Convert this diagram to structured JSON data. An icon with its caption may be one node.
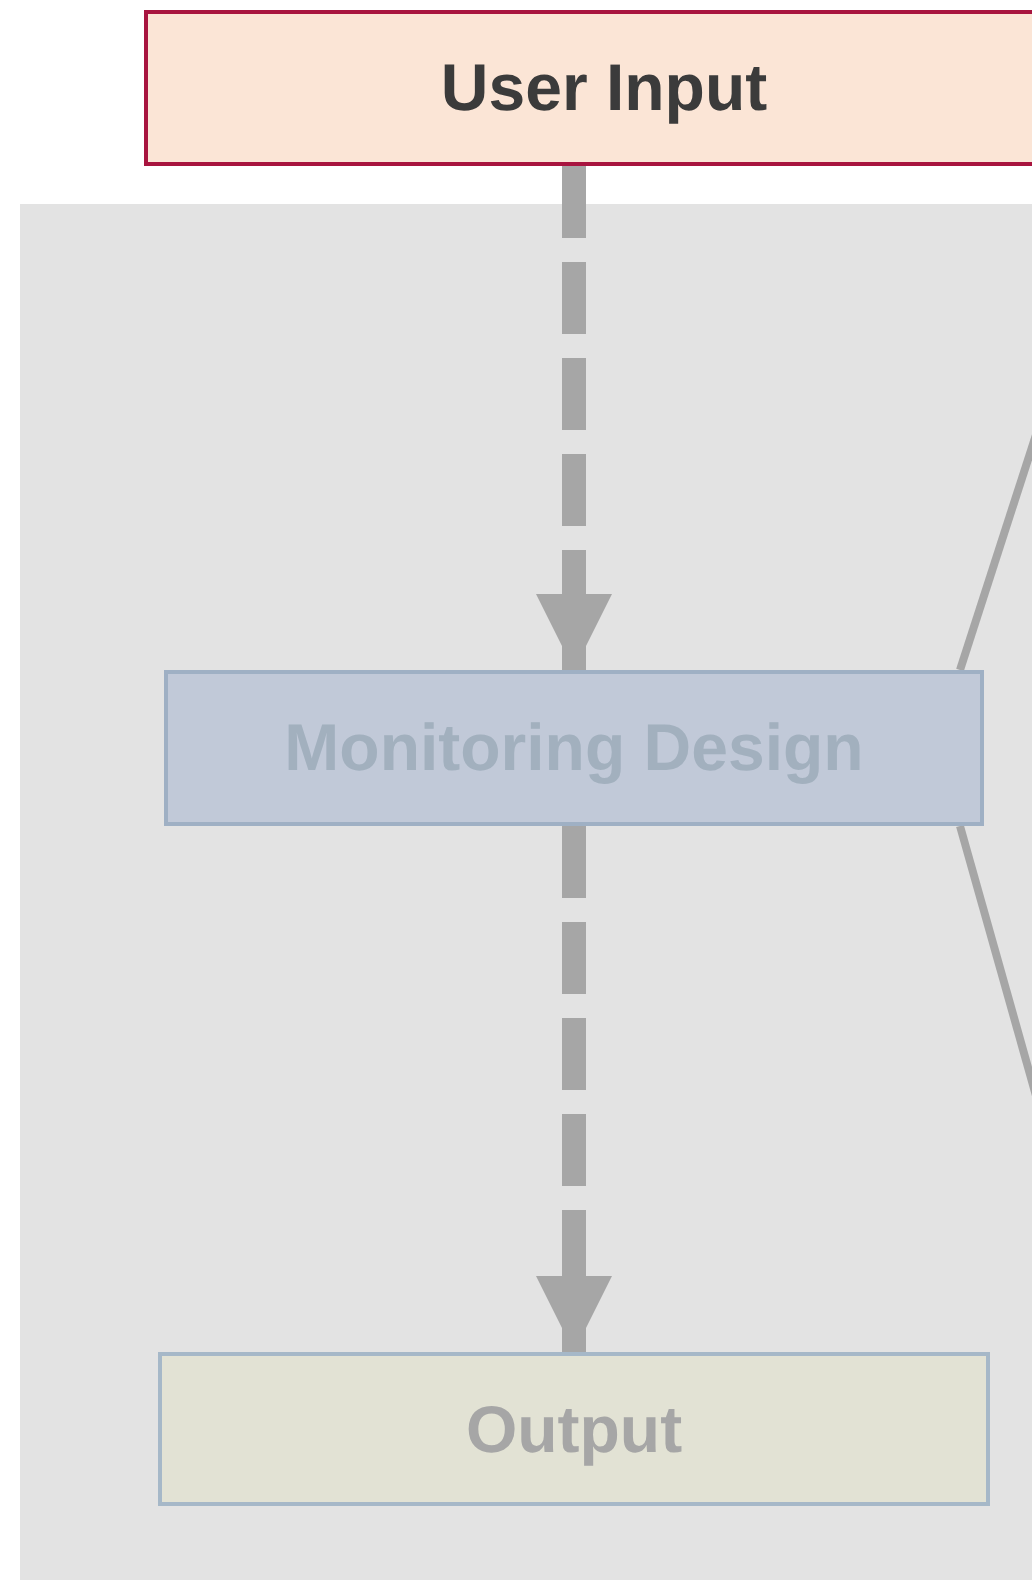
{
  "diagram": {
    "nodes": [
      {
        "text": [
          "User Input"
        ]
      },
      {
        "text": [],
        "shape": "box"
      },
      {
        "text": [
          "Monitoring Design"
        ],
        "in": 1
      },
      {
        "text": [
          "Output"
        ],
        "in": 1
      }
    ],
    "edges": [
      {
        "from": 0,
        "to": 2,
        "arrow": "to",
        "style": "dashed"
      },
      {
        "from": 2,
        "to": 3,
        "arrow": "to",
        "style": "dashed"
      },
      {
        "from": 2,
        "to": null,
        "arrow": "none"
      },
      {
        "from": 2,
        "to": null,
        "arrow": "none"
      }
    ]
  }
}
